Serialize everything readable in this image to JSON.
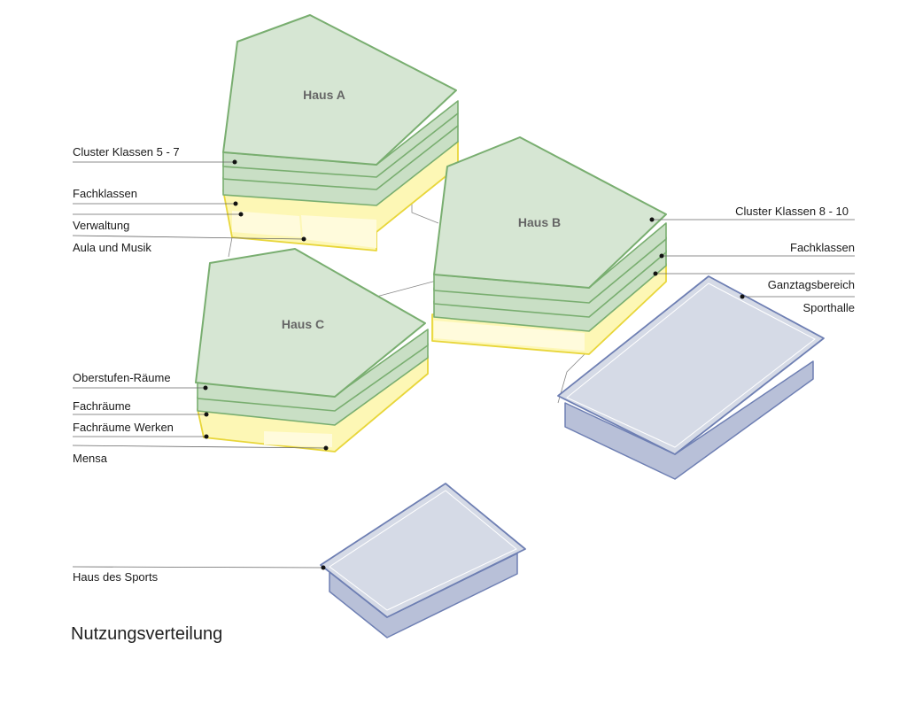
{
  "title": "Nutzungsverteilung",
  "houses": {
    "a": "Haus A",
    "b": "Haus B",
    "c": "Haus C"
  },
  "labels": {
    "cluster_5_7": "Cluster Klassen 5 - 7",
    "fachklassen_a": "Fachklassen",
    "verwaltung": "Verwaltung",
    "aula": "Aula und Musik",
    "cluster_8_10": "Cluster Klassen 8 - 10",
    "fachklassen_b": "Fachklassen",
    "ganztag": "Ganztagsbereich",
    "sporthalle": "Sporthalle",
    "oberstufe": "Oberstufen-Räume",
    "fachraeume": "Fachräume",
    "werken": "Fachräume Werken",
    "mensa": "Mensa",
    "haus_sports": "Haus des Sports"
  },
  "colors": {
    "classrooms": "#d6e6d3",
    "special": "#fdf7b5",
    "sports": "#d5dae6"
  }
}
